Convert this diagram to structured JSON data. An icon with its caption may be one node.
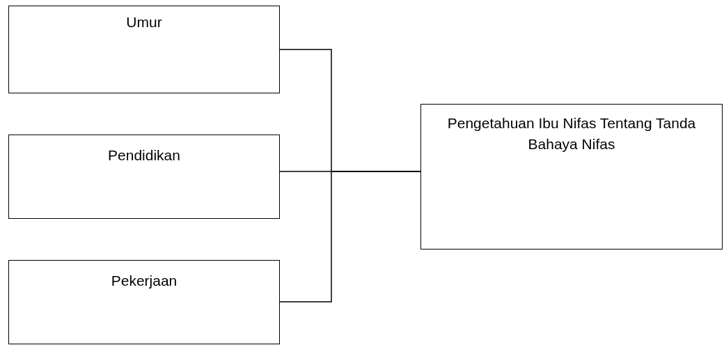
{
  "diagram": {
    "nodes": [
      {
        "text": [
          "Umur"
        ]
      },
      {
        "text": [
          "Pendidikan"
        ]
      },
      {
        "text": [
          "Pekerjaan"
        ]
      },
      {
        "text": [
          "Pengetahuan Ibu Nifas Tentang Tanda Bahaya Nifas"
        ]
      }
    ],
    "edges": [
      {
        "from": 0,
        "to": 3,
        "arrow": "none"
      },
      {
        "from": 1,
        "to": 3,
        "arrow": "none"
      },
      {
        "from": 2,
        "to": 3,
        "arrow": "none"
      }
    ]
  }
}
